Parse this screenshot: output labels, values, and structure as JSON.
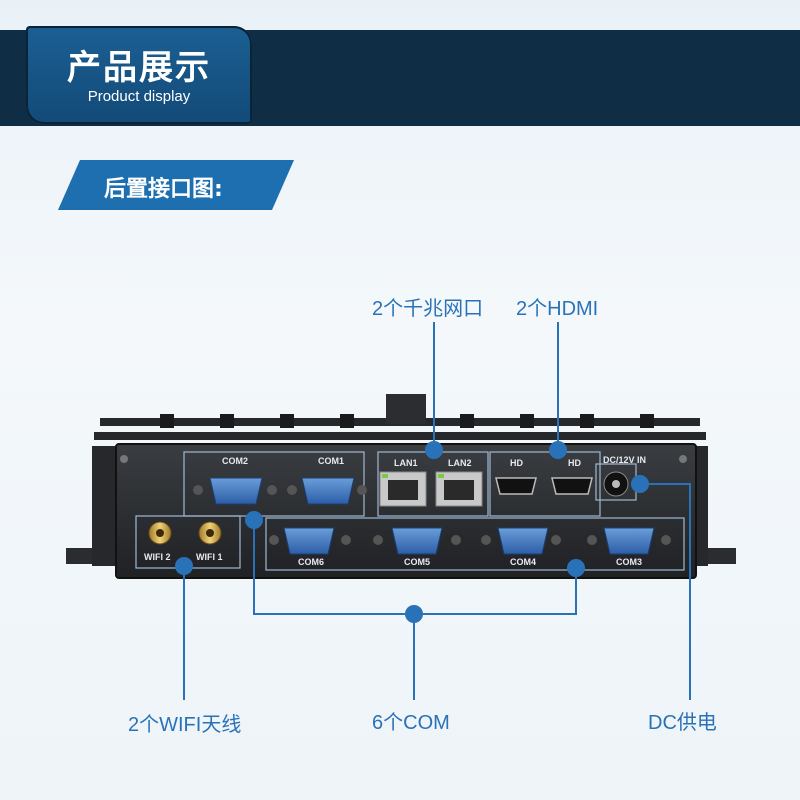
{
  "header": {
    "title_cn": "产品展示",
    "title_en": "Product display"
  },
  "section": {
    "title": "后置接口图:"
  },
  "callouts": {
    "lan": "2个千兆网口",
    "hdmi": "2个HDMI",
    "wifi": "2个WIFI天线",
    "com": "6个COM",
    "dc": "DC供电"
  },
  "device_labels": {
    "com2": "COM2",
    "com1": "COM1",
    "lan1": "LAN1",
    "lan2": "LAN2",
    "hd1": "HD",
    "hd2": "HD",
    "dc_in": "DC/12V IN",
    "wifi2": "WIFI 2",
    "wifi1": "WIFI 1",
    "com6": "COM6",
    "com5": "COM5",
    "com4": "COM4",
    "com3": "COM3"
  },
  "colors": {
    "header_band": "#0f2d45",
    "title_card": "#1c5f93",
    "section_tag": "#1d6fb0",
    "callout_text": "#2a72b8",
    "callout_line": "#2a72b8"
  }
}
